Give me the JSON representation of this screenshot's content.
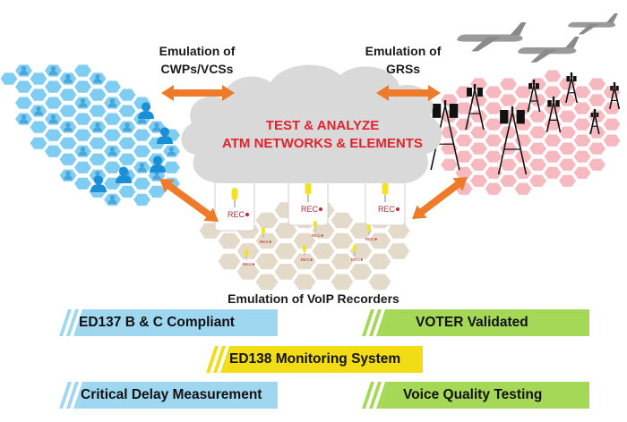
{
  "cloud": {
    "line1": "TEST & ANALYZE",
    "line2": "ATM NETWORKS & ELEMENTS"
  },
  "labels": {
    "cwp": [
      "Emulation of",
      "CWPs/VCSs"
    ],
    "grs": [
      "Emulation of",
      "GRSs"
    ],
    "voip": "Emulation of  VoIP Recorders"
  },
  "rec_label": "REC",
  "banners": [
    {
      "id": "ed137",
      "text": "ED137 B & C Compliant",
      "color": "#9fd7f0"
    },
    {
      "id": "voter",
      "text": "VOTER Validated",
      "color": "#a6d857"
    },
    {
      "id": "ed138",
      "text": "ED138 Monitoring System",
      "color": "#f2dc16"
    },
    {
      "id": "delay",
      "text": "Critical Delay Measurement",
      "color": "#9fd7f0"
    },
    {
      "id": "vqt",
      "text": "Voice Quality Testing",
      "color": "#a6d857"
    }
  ],
  "colors": {
    "blue_hex": "#7fcdf2",
    "blue_dark": "#1a8fd6",
    "pink_hex": "#f7b9c0",
    "cloud": "#d9d9d9",
    "cloud_text": "#e2232e",
    "arrow": "#ee7b2a",
    "recorder_hex": "#e3dac9",
    "mic": "#f1e227"
  }
}
